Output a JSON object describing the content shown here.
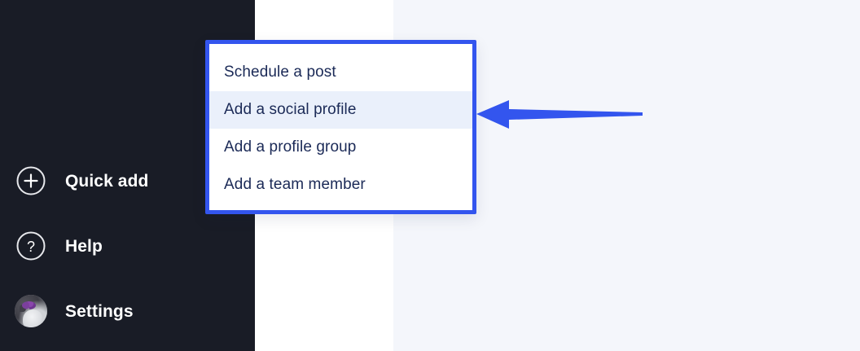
{
  "colors": {
    "sidebar_bg": "#191c26",
    "panel_white": "#ffffff",
    "app_bg": "#f4f6fb",
    "accent_blue": "#3355ee",
    "menu_text": "#1b2a57",
    "menu_highlight": "#eaf0fb"
  },
  "sidebar": {
    "items": [
      {
        "label": "Quick add",
        "icon": "plus-circle-icon"
      },
      {
        "label": "Help",
        "icon": "question-circle-icon"
      },
      {
        "label": "Settings",
        "icon": "avatar"
      }
    ]
  },
  "menu": {
    "items": [
      {
        "label": "Schedule a post",
        "highlighted": false
      },
      {
        "label": "Add a social profile",
        "highlighted": true
      },
      {
        "label": "Add a profile group",
        "highlighted": false
      },
      {
        "label": "Add a team member",
        "highlighted": false
      }
    ]
  },
  "annotation": {
    "arrow": "left-pointing-arrow",
    "color": "#3355ee",
    "points_to": "Add a social profile"
  }
}
